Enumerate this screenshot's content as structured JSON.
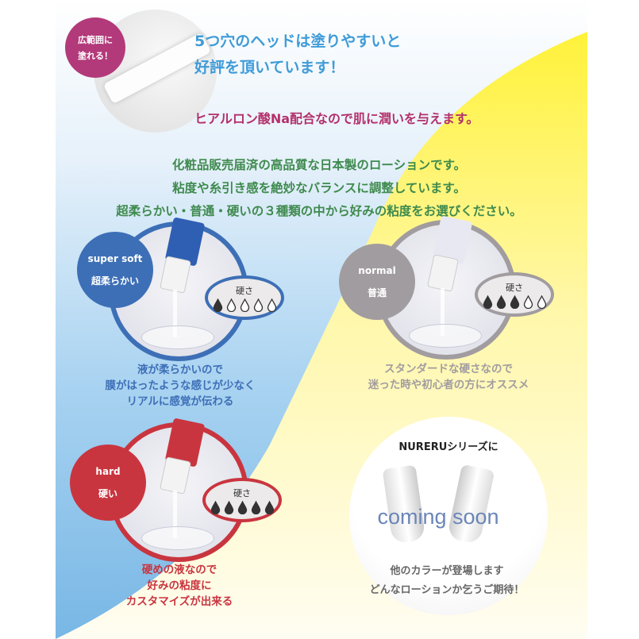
{
  "top": {
    "badge": [
      "広範囲に",
      "塗れる！"
    ],
    "headline": [
      "5つ穴のヘッドは塗りやすいと",
      "好評を頂いています！"
    ],
    "hyaluronic": "ヒアルロン酸Na配合なので肌に潤いを与えます。",
    "intro": [
      "化粧品販売届済の高品質な日本製のローションです。",
      "粘度や糸引き感を絶妙なバランスに調整しています。",
      "超柔らかい・普通・硬いの３種類の中から好みの粘度をお選びください。"
    ]
  },
  "products": [
    {
      "name_en": "super soft",
      "name_jp": "超柔らかい",
      "hardness_label": "硬さ",
      "hardness": 1,
      "hardness_max": 5,
      "color": "#3d6fb6",
      "description": [
        "液が柔らかいので",
        "膜がはったような感じが少なく",
        "リアルに感覚が伝わる"
      ]
    },
    {
      "name_en": "normal",
      "name_jp": "普通",
      "hardness_label": "硬さ",
      "hardness": 3,
      "hardness_max": 5,
      "color": "#a19c9f",
      "description": [
        "スタンダードな硬さなので",
        "迷った時や初心者の方にオススメ"
      ]
    },
    {
      "name_en": "hard",
      "name_jp": "硬い",
      "hardness_label": "硬さ",
      "hardness": 5,
      "hardness_max": 5,
      "color": "#c9353f",
      "description": [
        "硬めの液なので",
        "好みの粘度に",
        "カスタマイズが出来る"
      ]
    }
  ],
  "coming": {
    "title": "NURERUシリーズに",
    "big": "coming soon",
    "text": [
      "他のカラーが登場します",
      "どんなローションか乞うご期待！"
    ]
  },
  "colors": {
    "headline": "#3f9bd8",
    "hyaluronic": "#b3306c",
    "intro": "#3f8a4e",
    "yellow": "#fff34a",
    "blue": "#8fc7ec"
  }
}
